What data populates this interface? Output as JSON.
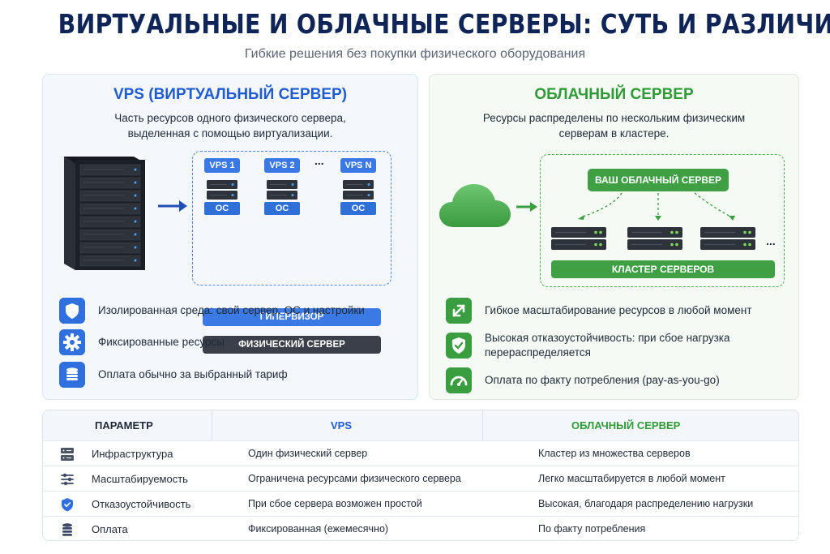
{
  "header": {
    "title": "ВИРТУАЛЬНЫЕ И ОБЛАЧНЫЕ СЕРВЕРЫ: СУТЬ И РАЗЛИЧИЯ",
    "subtitle": "Гибкие решения без покупки физического оборудования"
  },
  "vps": {
    "title": "VPS (ВИРТУАЛЬНЫЙ СЕРВЕР)",
    "desc_line1": "Часть ресурсов одного физического сервера,",
    "desc_line2": "выделенная с помощью виртуализации.",
    "vms": [
      {
        "label": "VPS 1",
        "os": "ОС"
      },
      {
        "label": "VPS 2",
        "os": "ОС"
      },
      {
        "label": "VPS N",
        "os": "ОС"
      }
    ],
    "dots": "...",
    "hypervisor": "ГИПЕРВИЗОР",
    "physical": "ФИЗИЧЕСКИЙ СЕРВЕР",
    "features": [
      {
        "icon": "shield-icon",
        "text": "Изолированная среда: свой сервер, ОС и настройки"
      },
      {
        "icon": "gear-icon",
        "text": "Фиксированные ресурсы"
      },
      {
        "icon": "coins-icon",
        "text": "Оплата обычно за выбранный тариф"
      }
    ]
  },
  "cloud": {
    "title": "ОБЛАЧНЫЙ СЕРВЕР",
    "desc_line1": "Ресурсы распределены по нескольким физическим",
    "desc_line2": "серверам в кластере.",
    "your_server": "ВАШ ОБЛАЧНЫЙ СЕРВЕР",
    "dots": "...",
    "cluster": "КЛАСТЕР СЕРВЕРОВ",
    "features": [
      {
        "icon": "expand-arrows-icon",
        "text_line1": "Гибкое масштабирование ресурсов в любой момент",
        "text_line2": ""
      },
      {
        "icon": "shield-check-icon",
        "text_line1": "Высокая отказоустойчивость: при сбое нагрузка",
        "text_line2": "перераспределяется"
      },
      {
        "icon": "gauge-icon",
        "text_line1": "Оплата по факту потребления (pay-as-you-go)",
        "text_line2": ""
      }
    ]
  },
  "table": {
    "headers": {
      "param": "ПАРАМЕТР",
      "vps": "VPS",
      "cloud": "ОБЛАЧНЫЙ СЕРВЕР"
    },
    "rows": [
      {
        "icon": "server-icon",
        "param": "Инфраструктура",
        "vps": "Один физический сервер",
        "cloud": "Кластер из множества серверов"
      },
      {
        "icon": "sliders-icon",
        "param": "Масштабируемость",
        "vps": "Ограничена ресурсами физического сервера",
        "cloud": "Легко масштабируется в любой момент"
      },
      {
        "icon": "shield-icon",
        "param": "Отказоустойчивость",
        "vps": "При сбое сервера возможен простой",
        "cloud": "Высокая, благодаря распределению нагрузки"
      },
      {
        "icon": "coins-icon",
        "param": "Оплата",
        "vps": "Фиксированная (ежемесячно)",
        "cloud": "По факту потребления"
      }
    ]
  },
  "colors": {
    "title": "#0f2557",
    "vps_accent": "#1f5bd1",
    "cloud_accent": "#2f9a36",
    "dark_bar": "#3b3f4a"
  }
}
